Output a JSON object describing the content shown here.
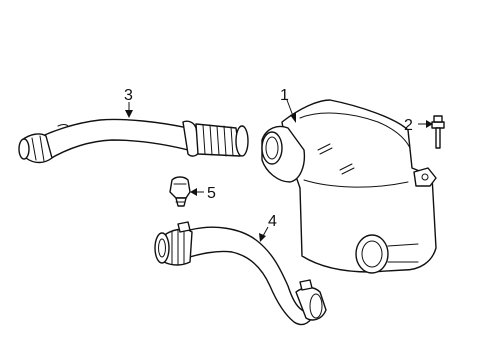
{
  "callouts": [
    {
      "id": "part-1",
      "label": "1"
    },
    {
      "id": "part-2",
      "label": "2"
    },
    {
      "id": "part-3",
      "label": "3"
    },
    {
      "id": "part-4",
      "label": "4"
    },
    {
      "id": "part-5",
      "label": "5"
    }
  ],
  "colors": {
    "line": "#111111",
    "background": "#ffffff"
  }
}
